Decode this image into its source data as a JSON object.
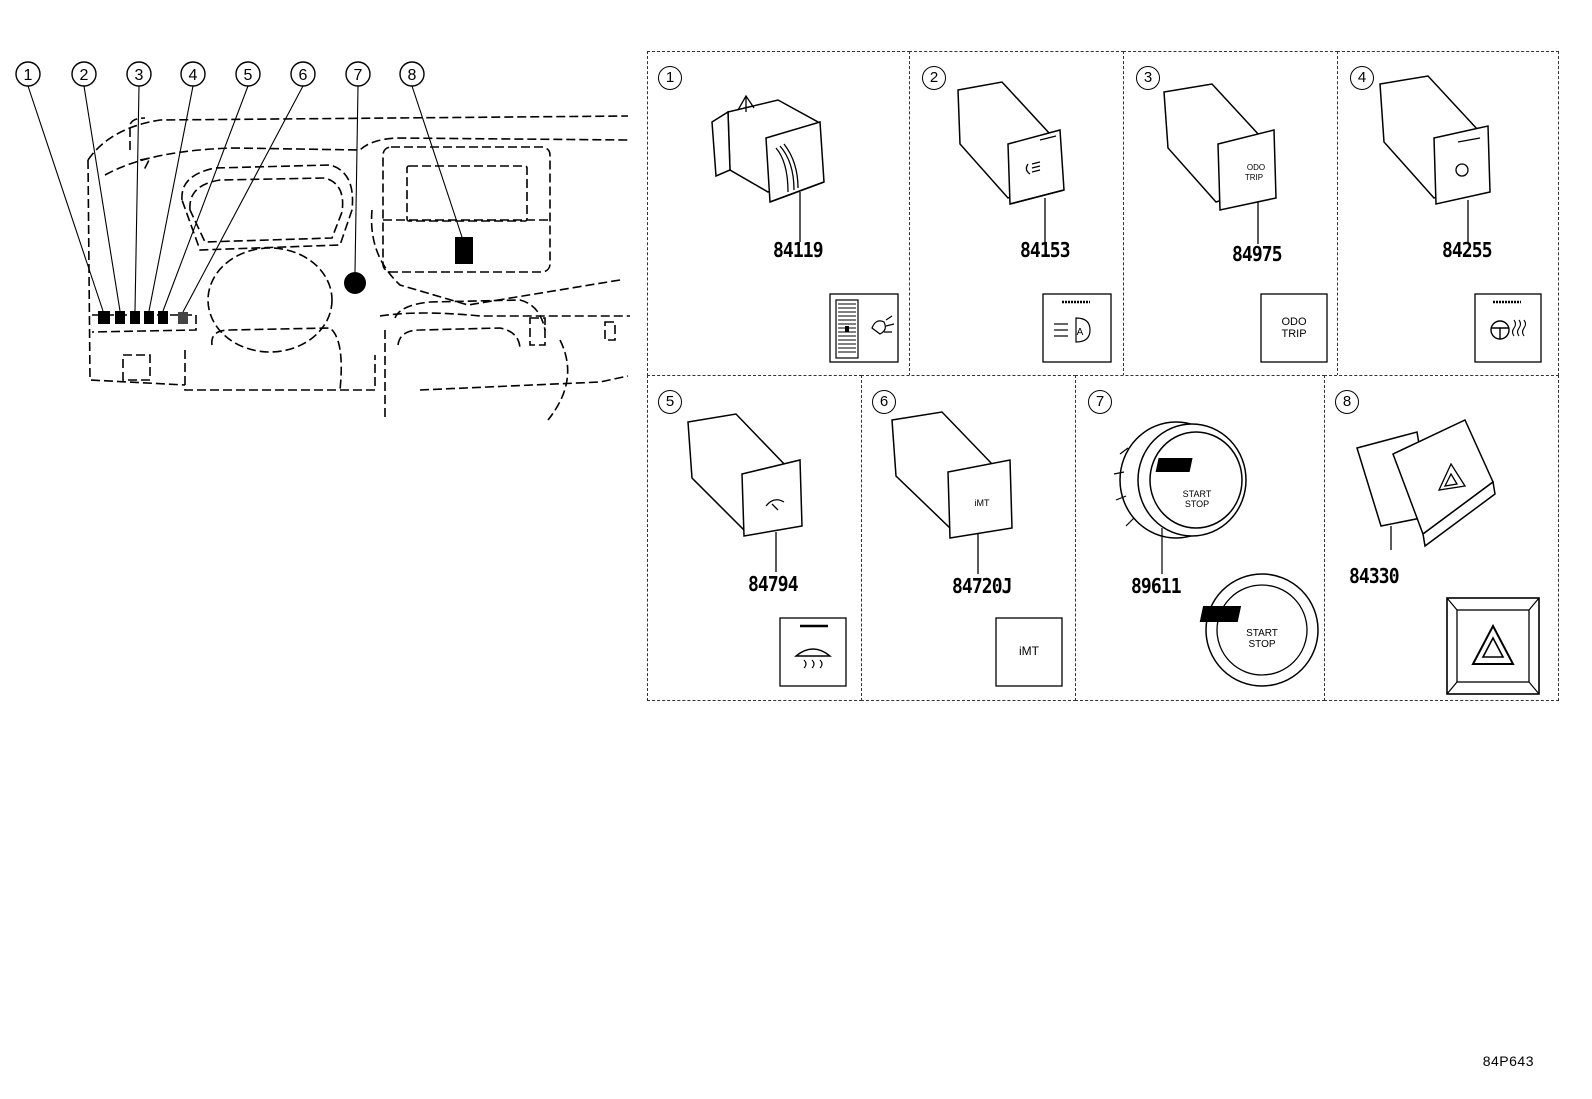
{
  "overview": {
    "callouts": [
      "1",
      "2",
      "3",
      "4",
      "5",
      "6",
      "7",
      "8"
    ]
  },
  "parts": [
    {
      "ref": "1",
      "part_no": "84119",
      "icon": "headlamp-leveling-dial-icon"
    },
    {
      "ref": "2",
      "part_no": "84153",
      "icon": "auto-high-beam-icon"
    },
    {
      "ref": "3",
      "part_no": "84975",
      "icon": "odo-trip-text-icon",
      "button_text": [
        "ODO",
        "TRIP"
      ]
    },
    {
      "ref": "4",
      "part_no": "84255",
      "icon": "heated-steering-wheel-icon"
    },
    {
      "ref": "5",
      "part_no": "84794",
      "icon": "windshield-deicer-icon"
    },
    {
      "ref": "6",
      "part_no": "84720J",
      "icon": "imt-text-icon",
      "button_text": [
        "iMT"
      ]
    },
    {
      "ref": "7",
      "part_no": "89611",
      "icon": "start-stop-button-icon",
      "button_text": [
        "START",
        "STOP"
      ]
    },
    {
      "ref": "8",
      "part_no": "84330",
      "icon": "hazard-warning-triangle-icon"
    }
  ],
  "figure_code": "84P643"
}
